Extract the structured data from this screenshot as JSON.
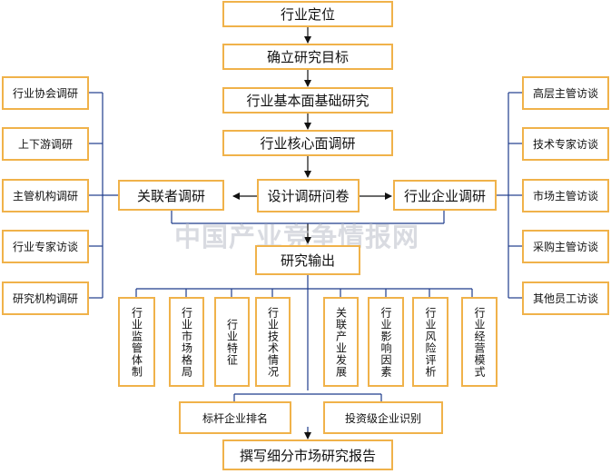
{
  "flow": {
    "industry_positioning": "行业定位",
    "research_goal": "确立研究目标",
    "fundamentals": "行业基本面基础研究",
    "core_survey": "行业核心面调研",
    "questionnaire": "设计调研问卷",
    "stakeholders": "关联者调研",
    "enterprise_survey": "行业企业调研",
    "research_output": "研究输出",
    "report": "撰写细分市场研究报告"
  },
  "left_items": [
    "行业协会调研",
    "上下游调研",
    "主管机构调研",
    "行业专家访谈",
    "研究机构调研"
  ],
  "right_items": [
    "高层主管访谈",
    "技术专家访谈",
    "市场主管访谈",
    "采购主管访谈",
    "其他员工访谈"
  ],
  "outputs": [
    "行业监管体制",
    "行业市场格局",
    "行业特征",
    "行业技术情况",
    "关联产业发展",
    "行业影响因素",
    "行业风险评析",
    "行业经营模式"
  ],
  "bottom": {
    "benchmark": "标杆企业排名",
    "investment": "投资级企业识别"
  },
  "watermark": "中国产业竞争情报网",
  "colors": {
    "box_border": "#f0b24a",
    "line": "#1e3c8c",
    "arrow": "#111111"
  }
}
